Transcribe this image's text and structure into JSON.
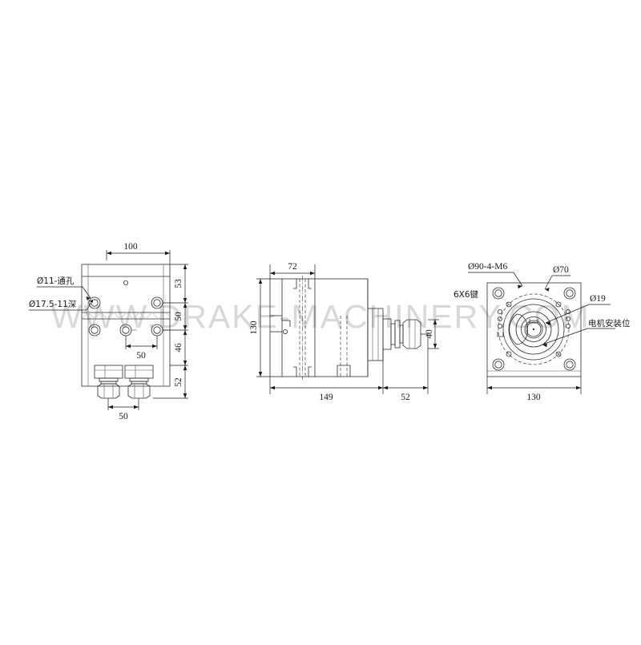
{
  "drawing": {
    "title": "Hydraulic/Pneumatic Clamp Unit Technical Drawing",
    "watermark": "WWW.DRAKE-MACHINERY.COM",
    "background_color": "#ffffff",
    "line_color": "#2b2b2b",
    "watermark_color": "#d8d8d8"
  },
  "views": {
    "left": {
      "name": "front-view",
      "dimensions": {
        "top_width": "100",
        "bottom_hole_spacing": "50",
        "mid_hole_spacing": "50",
        "right_stack": [
          "53",
          "50",
          "46",
          "52"
        ]
      },
      "labels": {
        "through_hole": "Ø11-通孔",
        "counterbore": "Ø17.5-11深"
      }
    },
    "middle": {
      "name": "side-view",
      "dimensions": {
        "top_width": "72",
        "height": "130",
        "overall_length": "149",
        "shaft_length": "52",
        "shaft_height": "40"
      }
    },
    "right": {
      "name": "rear-view",
      "dimensions": {
        "plate_width": "130"
      },
      "labels": {
        "bolt_circle": "Ø90-4-M6",
        "pilot_diameter": "Ø70",
        "bore_diameter": "Ø19",
        "key": "6X6键",
        "motor_mount": "电机安装位"
      }
    }
  }
}
